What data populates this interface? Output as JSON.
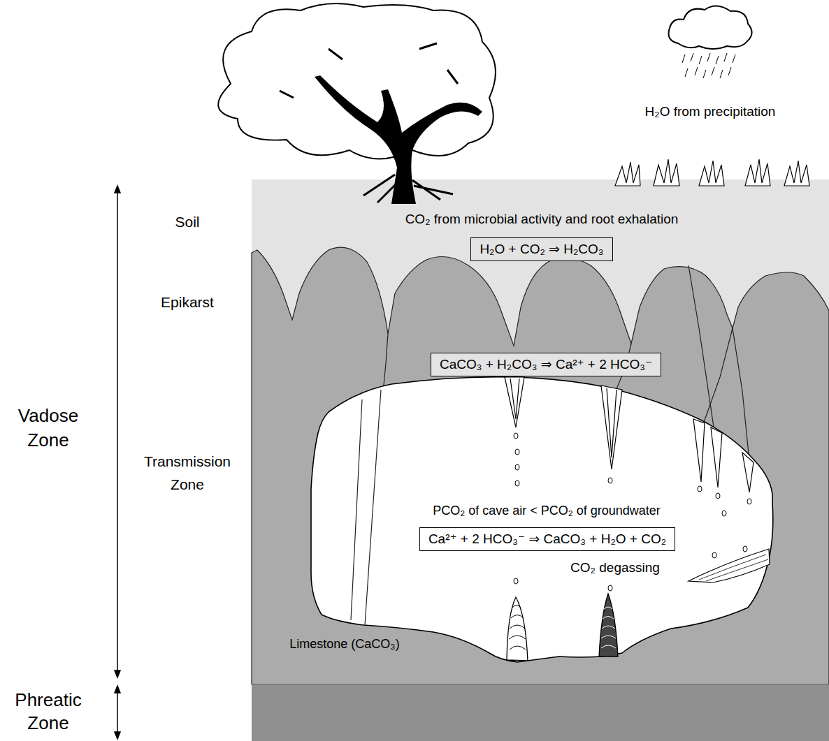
{
  "diagram": {
    "nodes": [
      {
        "text": [
          "H₂O + CO₂ ⇒ H₂CO₃"
        ]
      },
      {
        "text": [
          "CaCO₃ + H₂CO₃ ⇒ Ca²⁺ + 2 HCO₃⁻"
        ]
      },
      {
        "text": [
          "Ca²⁺ + 2 HCO₃⁻ ⇒ CaCO₃ + H₂O + CO₂"
        ]
      }
    ],
    "labels": [
      "H₂O from precipitation",
      "Vadose Zone",
      "Phreatic Zone",
      "Soil",
      "Epikarst",
      "Transmission Zone",
      "CO₂ from microbial activity and root exhalation",
      "PCO₂ of cave air < PCO₂ of groundwater",
      "CO₂ degassing",
      "Limestone (CaCO₃)"
    ]
  }
}
